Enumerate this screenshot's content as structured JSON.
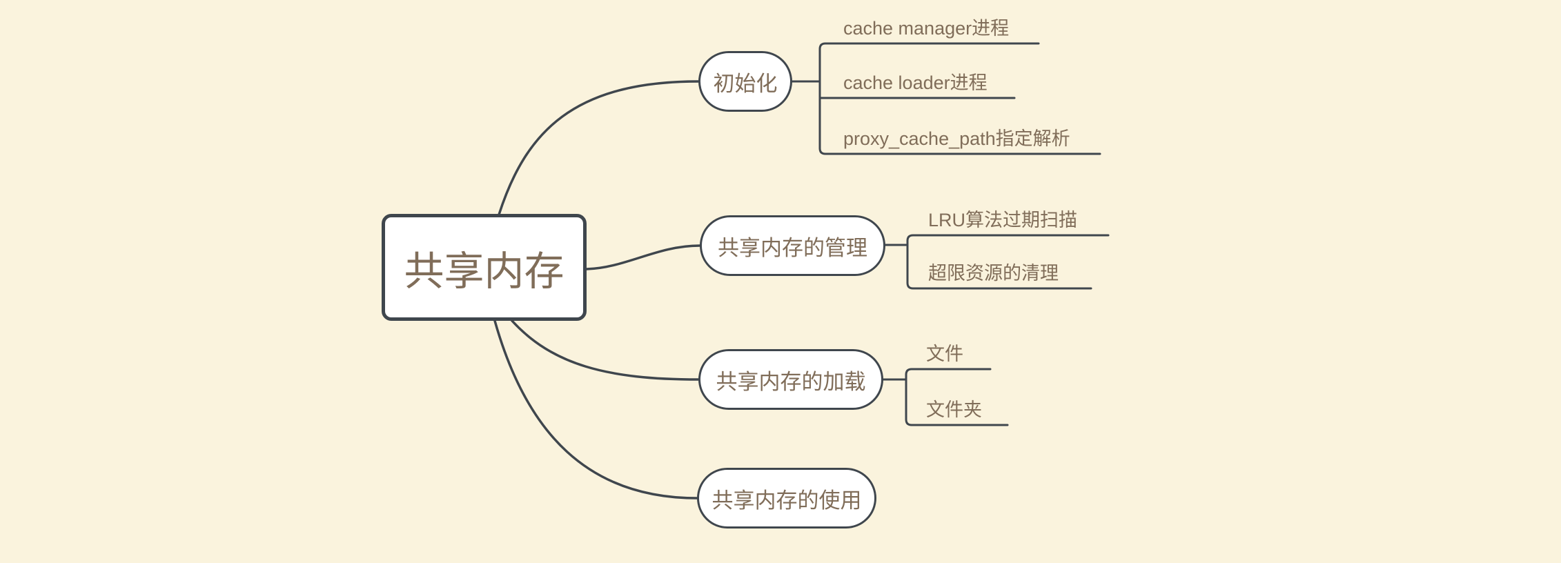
{
  "theme": {
    "background_color": "#FAF3DD",
    "line_color": "#3F464D",
    "node_fill_color": "#FFFFFF",
    "text_color": "#806D59"
  },
  "root": {
    "label": "共享内存"
  },
  "branches": [
    {
      "label": "初始化",
      "children": [
        {
          "label": "cache manager进程"
        },
        {
          "label": "cache loader进程"
        },
        {
          "label": "proxy_cache_path指定解析"
        }
      ]
    },
    {
      "label": "共享内存的管理",
      "children": [
        {
          "label": "LRU算法过期扫描"
        },
        {
          "label": "超限资源的清理"
        }
      ]
    },
    {
      "label": "共享内存的加载",
      "children": [
        {
          "label": "文件"
        },
        {
          "label": "文件夹"
        }
      ]
    },
    {
      "label": "共享内存的使用",
      "children": []
    }
  ]
}
